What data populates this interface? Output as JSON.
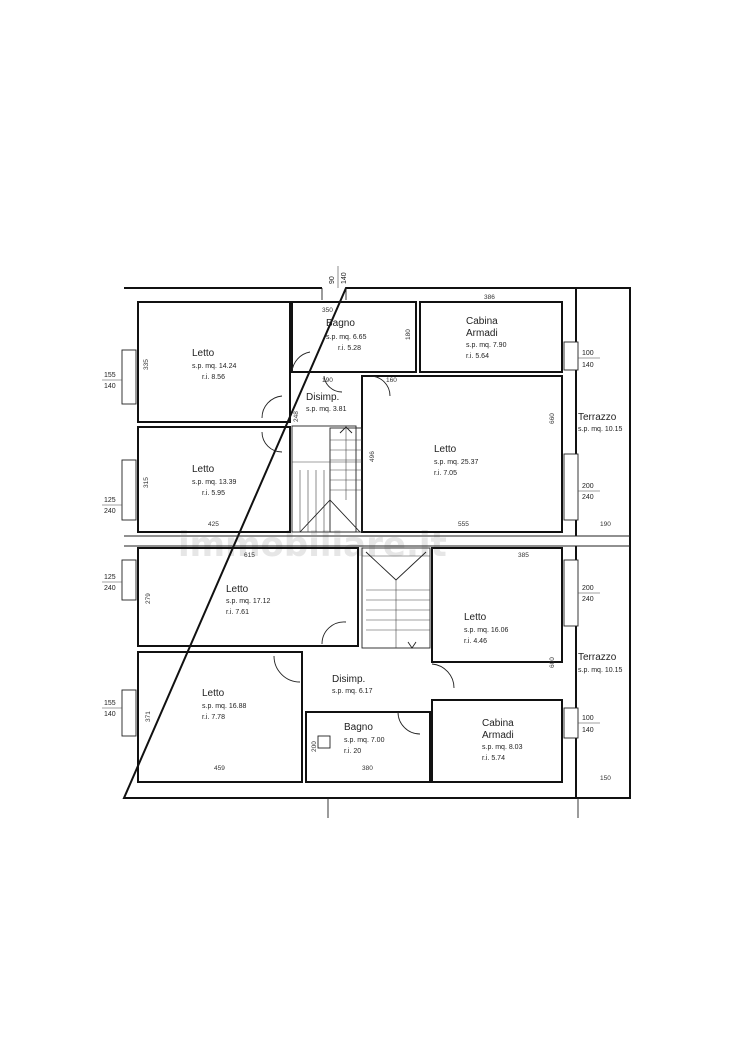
{
  "watermark": "immobiliare.it",
  "rooms": [
    {
      "id": "letto-1",
      "name": "Letto",
      "sp": "s.p. mq. 14.24",
      "ri": "r.i. 8.56"
    },
    {
      "id": "bagno-1",
      "name": "Bagno",
      "sp": "s.p. mq. 6.65",
      "ri": "r.i. 5.28"
    },
    {
      "id": "cabina-1",
      "name1": "Cabina",
      "name2": "Armadi",
      "sp": "s.p. mq. 7.90",
      "ri": "r.i. 5.64"
    },
    {
      "id": "disimp-1",
      "name": "Disimp.",
      "sp": "s.p. mq. 3.81"
    },
    {
      "id": "letto-2",
      "name": "Letto",
      "sp": "s.p. mq. 13.39",
      "ri": "r.i. 5.95"
    },
    {
      "id": "letto-3",
      "name": "Letto",
      "sp": "s.p. mq. 25.37",
      "ri": "r.i. 7.05"
    },
    {
      "id": "terrazzo-1",
      "name": "Terrazzo",
      "sp": "s.p. mq. 10.15"
    },
    {
      "id": "letto-4",
      "name": "Letto",
      "sp": "s.p. mq. 17.12",
      "ri": "r.i. 7.61"
    },
    {
      "id": "letto-5",
      "name": "Letto",
      "sp": "s.p. mq. 16.06",
      "ri": "r.i. 4.46"
    },
    {
      "id": "disimp-2",
      "name": "Disimp.",
      "sp": "s.p. mq. 6.17"
    },
    {
      "id": "letto-6",
      "name": "Letto",
      "sp": "s.p. mq. 16.88",
      "ri": "r.i. 7.78"
    },
    {
      "id": "bagno-2",
      "name": "Bagno",
      "sp": "s.p. mq. 7.00",
      "ri": "r.i. 20"
    },
    {
      "id": "cabina-2",
      "name1": "Cabina",
      "name2": "Armadi",
      "sp": "s.p. mq. 8.03",
      "ri": "r.i. 5.74"
    },
    {
      "id": "terrazzo-2",
      "name": "Terrazzo",
      "sp": "s.p. mq. 10.15"
    }
  ],
  "window_labels": [
    {
      "top": "155",
      "bottom": "140"
    },
    {
      "top": "125",
      "bottom": "240"
    },
    {
      "top": "125",
      "bottom": "240"
    },
    {
      "top": "155",
      "bottom": "140"
    },
    {
      "top": "100",
      "bottom": "140"
    },
    {
      "top": "200",
      "bottom": "240"
    },
    {
      "top": "200",
      "bottom": "240"
    },
    {
      "top": "100",
      "bottom": "140"
    },
    {
      "top": "90",
      "bottom": "140"
    }
  ],
  "dimensions": [
    "350",
    "386",
    "190",
    "160",
    "180",
    "335",
    "248",
    "496",
    "660",
    "315",
    "425",
    "555",
    "190",
    "615",
    "385",
    "279",
    "600",
    "371",
    "459",
    "200",
    "380",
    "150"
  ]
}
